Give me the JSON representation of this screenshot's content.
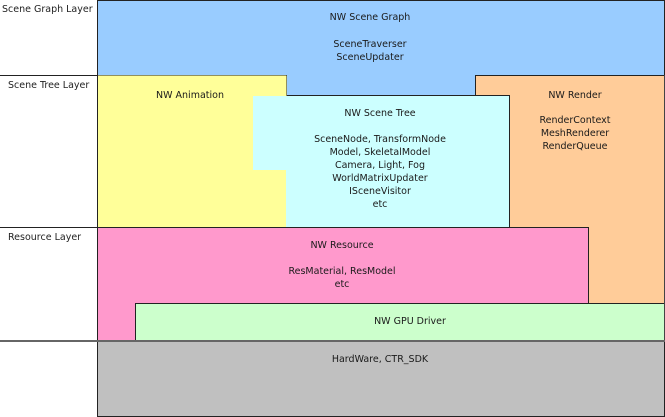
{
  "layers": {
    "scene_graph": "Scene Graph Layer",
    "scene_tree": "Scene Tree Layer",
    "resource": "Resource Layer"
  },
  "blocks": {
    "scene_graph": {
      "title": "NW Scene Graph",
      "items": [
        "SceneTraverser",
        "SceneUpdater"
      ],
      "color": "#99ccff"
    },
    "animation": {
      "title": "NW Animation",
      "color": "#ffff99"
    },
    "scene_tree": {
      "title": "NW Scene Tree",
      "items": [
        "SceneNode, TransformNode",
        "Model, SkeletalModel",
        "Camera, Light, Fog",
        "WorldMatrixUpdater",
        "ISceneVisitor",
        "etc"
      ],
      "color": "#ccffff"
    },
    "render": {
      "title": "NW Render",
      "items": [
        "RenderContext",
        "MeshRenderer",
        "RenderQueue"
      ],
      "color": "#ffcc99"
    },
    "resource": {
      "title": "NW Resource",
      "items": [
        "ResMaterial, ResModel",
        "etc"
      ],
      "color": "#ff99cc"
    },
    "gpu_driver": {
      "title": "NW GPU Driver",
      "color": "#ccffcc"
    },
    "hardware": {
      "title": "HardWare, CTR_SDK",
      "color": "#c0c0c0"
    }
  }
}
